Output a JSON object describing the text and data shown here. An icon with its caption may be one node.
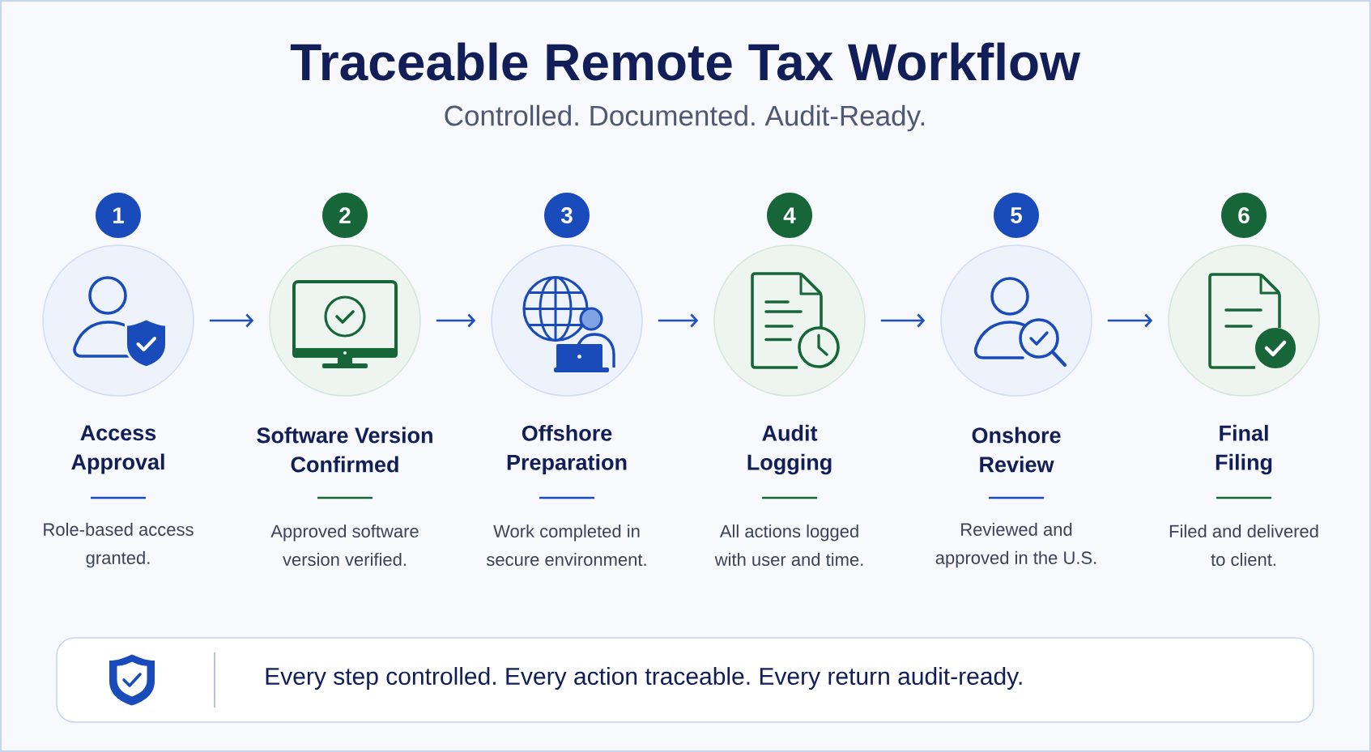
{
  "diagram": {
    "title": "Traceable Remote Tax Workflow",
    "nodes": [
      {
        "text": [
          "1",
          "Access Approval",
          "Role-based access granted."
        ]
      },
      {
        "text": [
          "2",
          "Software Version Confirmed",
          "Approved software version verified."
        ]
      },
      {
        "text": [
          "3",
          "Offshore Preparation",
          "Work completed in secure environment."
        ]
      },
      {
        "text": [
          "4",
          "Audit Logging",
          "All actions logged with user and time."
        ]
      },
      {
        "text": [
          "5",
          "Onshore Review",
          "Reviewed and approved in the U.S."
        ]
      },
      {
        "text": [
          "6",
          "Final Filing",
          "Filed and delivered to client."
        ]
      },
      {
        "text": [
          "Every step controlled. Every action traceable. Every return audit-ready."
        ]
      }
    ],
    "edges": [
      {
        "from": 0,
        "to": 1,
        "arrow": "to"
      },
      {
        "from": 1,
        "to": 2,
        "arrow": "to"
      },
      {
        "from": 2,
        "to": 3,
        "arrow": "to"
      },
      {
        "from": 3,
        "to": 4,
        "arrow": "to"
      },
      {
        "from": 4,
        "to": 5,
        "arrow": "to"
      }
    ],
    "labels": [
      "Controlled. Documented. Audit-Ready."
    ]
  }
}
